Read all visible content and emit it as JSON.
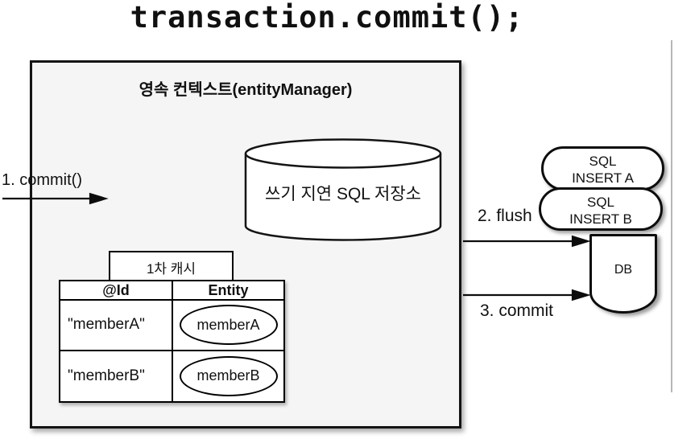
{
  "title": "transaction.commit();",
  "persistence_context": {
    "label": "영속 컨텍스트(entityManager)",
    "sql_store": {
      "label": "쓰기 지연 SQL 저장소"
    },
    "first_level_cache": {
      "label": "1차 캐시",
      "table": {
        "headers": [
          "@Id",
          "Entity"
        ],
        "rows": [
          {
            "id": "\"memberA\"",
            "entity": "memberA"
          },
          {
            "id": "\"memberB\"",
            "entity": "memberB"
          }
        ]
      }
    }
  },
  "flow": {
    "commit_in": "1. commit()",
    "flush": "2. flush",
    "commit_out": "3. commit"
  },
  "database": {
    "label": "DB",
    "sql_statements": [
      {
        "line1": "SQL",
        "line2": "INSERT A"
      },
      {
        "line1": "SQL",
        "line2": "INSERT B"
      }
    ]
  },
  "colors": {
    "stroke": "#141414",
    "context_fill": "#f5f5f5",
    "shape_fill": "#ffffff",
    "divider_line": "#b7b7b7"
  }
}
